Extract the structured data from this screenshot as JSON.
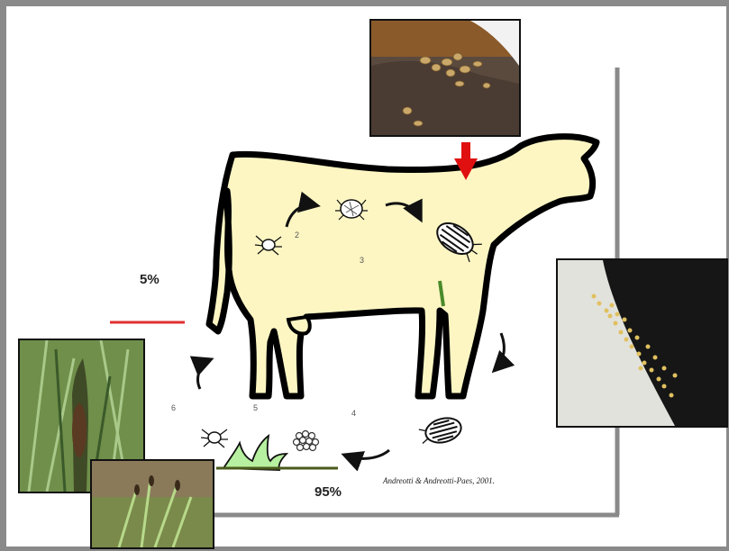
{
  "percent_off_host": "5%",
  "percent_on_pasture": "95%",
  "stage_numbers": [
    "2",
    "3",
    "4",
    "5",
    "6"
  ],
  "credit": "Andreotti & Andreotti-Paes, 2001.",
  "colors": {
    "cow_fill": "#fdf6c3",
    "cow_outline": "#000000",
    "arrow_red": "#e01010",
    "line_red": "#e03030",
    "frame_gray": "#8a8a8a",
    "grass_green": "#b6f0a0"
  },
  "photos": [
    {
      "name": "ticks-on-cattle-hair-photo"
    },
    {
      "name": "larvae-on-cattle-skin-photo"
    },
    {
      "name": "larvae-on-grass-photo"
    },
    {
      "name": "grass-tips-photo"
    }
  ]
}
